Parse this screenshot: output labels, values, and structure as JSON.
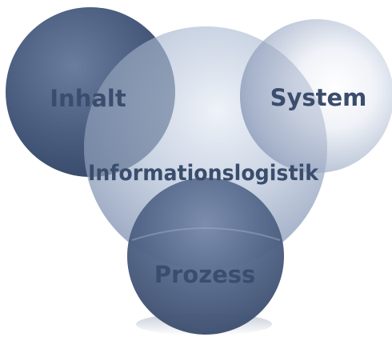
{
  "diagram": {
    "center_label": "Informationslogistik",
    "spheres": [
      {
        "id": "inhalt",
        "label": "Inhalt"
      },
      {
        "id": "system",
        "label": "System"
      },
      {
        "id": "prozess",
        "label": "Prozess"
      }
    ]
  },
  "colors": {
    "dark_blue": "#3d5070",
    "mid_blue": "#6d7fa0",
    "light_blue": "#b9c5d8",
    "label_color": "#3b4d6d",
    "background": "#ffffff"
  }
}
